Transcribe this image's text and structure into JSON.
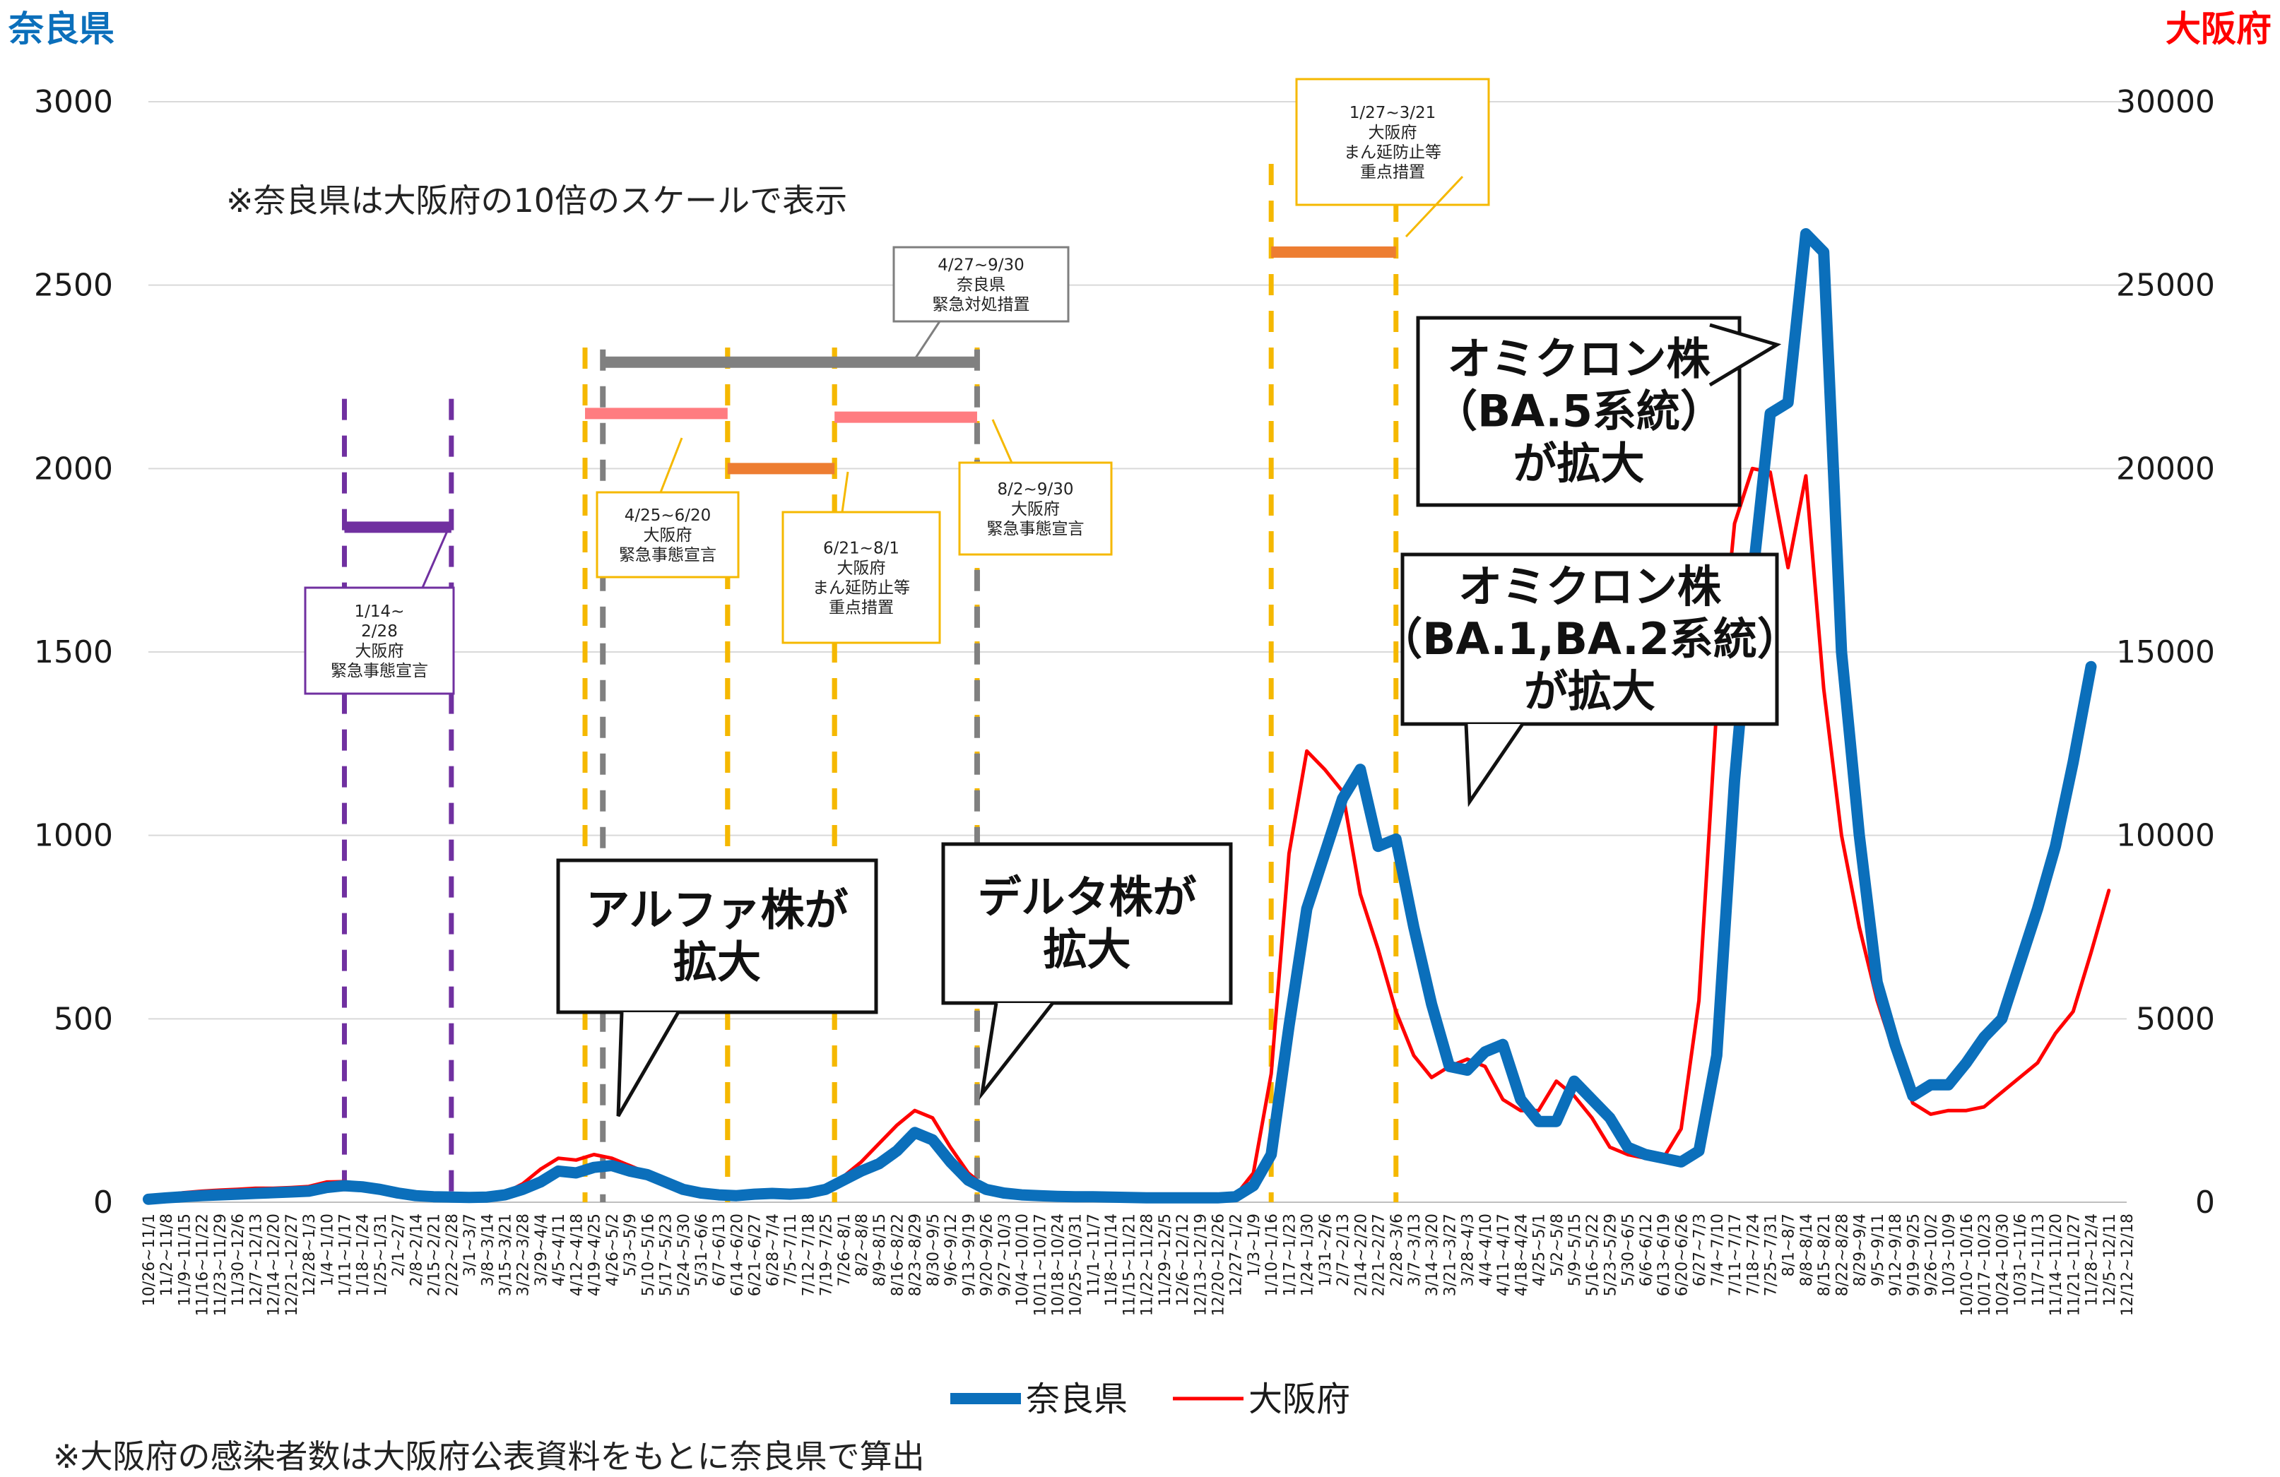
{
  "chart_data": {
    "type": "line",
    "left_axis_title": "奈良県",
    "right_axis_title": "大阪府",
    "y_left": {
      "min": 0,
      "max": 3000,
      "ticks": [
        0,
        500,
        1000,
        1500,
        2000,
        2500,
        3000
      ]
    },
    "y_right": {
      "min": 0,
      "max": 30000,
      "ticks": [
        0,
        5000,
        10000,
        15000,
        20000,
        25000,
        30000
      ]
    },
    "grid": true,
    "legend_position": "bottom",
    "categories": [
      "10/26~11/1",
      "11/2~11/8",
      "11/9~11/15",
      "11/16~11/22",
      "11/23~11/29",
      "11/30~12/6",
      "12/7~12/13",
      "12/14~12/20",
      "12/21~12/27",
      "12/28~1/3",
      "1/4~1/10",
      "1/11~1/17",
      "1/18~1/24",
      "1/25~1/31",
      "2/1~2/7",
      "2/8~2/14",
      "2/15~2/21",
      "2/22~2/28",
      "3/1~3/7",
      "3/8~3/14",
      "3/15~3/21",
      "3/22~3/28",
      "3/29~4/4",
      "4/5~4/11",
      "4/12~4/18",
      "4/19~4/25",
      "4/26~5/2",
      "5/3~5/9",
      "5/10~5/16",
      "5/17~5/23",
      "5/24~5/30",
      "5/31~6/6",
      "6/7~6/13",
      "6/14~6/20",
      "6/21~6/27",
      "6/28~7/4",
      "7/5~7/11",
      "7/12~7/18",
      "7/19~7/25",
      "7/26~8/1",
      "8/2~8/8",
      "8/9~8/15",
      "8/16~8/22",
      "8/23~8/29",
      "8/30~9/5",
      "9/6~9/12",
      "9/13~9/19",
      "9/20~9/26",
      "9/27~10/3",
      "10/4~10/10",
      "10/11~10/17",
      "10/18~10/24",
      "10/25~10/31",
      "11/1~11/7",
      "11/8~11/14",
      "11/15~11/21",
      "11/22~11/28",
      "11/29~12/5",
      "12/6~12/12",
      "12/13~12/19",
      "12/20~12/26",
      "12/27~1/2",
      "1/3~1/9",
      "1/10~1/16",
      "1/17~1/23",
      "1/24~1/30",
      "1/31~2/6",
      "2/7~2/13",
      "2/14~2/20",
      "2/21~2/27",
      "2/28~3/6",
      "3/7~3/13",
      "3/14~3/20",
      "3/21~3/27",
      "3/28~4/3",
      "4/4~4/10",
      "4/11~4/17",
      "4/18~4/24",
      "4/25~5/1",
      "5/2~5/8",
      "5/9~5/15",
      "5/16~5/22",
      "5/23~5/29",
      "5/30~6/5",
      "6/6~6/12",
      "6/13~6/19",
      "6/20~6/26",
      "6/27~7/3",
      "7/4~7/10",
      "7/11~7/17",
      "7/18~7/24",
      "7/25~7/31",
      "8/1~8/7",
      "8/8~8/14",
      "8/15~8/21",
      "8/22~8/28",
      "8/29~9/4",
      "9/5~9/11",
      "9/12~9/18",
      "9/19~9/25",
      "9/26~10/2",
      "10/3~10/9",
      "10/10~10/16",
      "10/17~10/23",
      "10/24~10/30",
      "10/31~11/6",
      "11/7~11/13",
      "11/14~11/20",
      "11/21~11/27",
      "11/28~12/4",
      "12/5~12/11",
      "12/12~12/18"
    ],
    "series": [
      {
        "name": "奈良県",
        "axis": "left",
        "color": "#0b6fbb",
        "values": [
          8,
          12,
          15,
          18,
          20,
          22,
          24,
          26,
          28,
          30,
          40,
          45,
          42,
          35,
          25,
          18,
          15,
          14,
          13,
          14,
          20,
          35,
          55,
          85,
          80,
          95,
          100,
          85,
          75,
          55,
          35,
          25,
          20,
          18,
          22,
          24,
          22,
          25,
          35,
          60,
          85,
          105,
          140,
          190,
          170,
          110,
          60,
          35,
          25,
          20,
          18,
          16,
          15,
          15,
          14,
          13,
          12,
          12,
          12,
          12,
          12,
          15,
          45,
          130,
          480,
          800,
          950,
          1100,
          1180,
          970,
          990,
          750,
          540,
          370,
          360,
          410,
          430,
          280,
          220,
          220,
          330,
          280,
          230,
          150,
          130,
          120,
          110,
          140,
          400,
          1150,
          1700,
          2150,
          2180,
          2640,
          2590,
          1500,
          1000,
          600,
          430,
          290,
          320,
          320,
          380,
          450,
          500,
          650,
          800,
          970,
          1200,
          1460
        ]
      },
      {
        "name": "大阪府",
        "axis": "right",
        "color": "#ff0000",
        "values": [
          120,
          200,
          260,
          300,
          330,
          350,
          380,
          380,
          400,
          430,
          550,
          560,
          500,
          320,
          250,
          180,
          150,
          140,
          140,
          150,
          250,
          500,
          900,
          1200,
          1150,
          1300,
          1200,
          1000,
          800,
          500,
          300,
          220,
          180,
          160,
          190,
          220,
          230,
          250,
          380,
          700,
          1100,
          1600,
          2100,
          2500,
          2300,
          1500,
          800,
          400,
          250,
          180,
          150,
          130,
          120,
          110,
          100,
          95,
          95,
          95,
          95,
          100,
          120,
          180,
          800,
          3500,
          9500,
          12300,
          11800,
          11200,
          8400,
          6900,
          5200,
          4000,
          3400,
          3700,
          3900,
          3700,
          2800,
          2500,
          2500,
          3300,
          2900,
          2300,
          1500,
          1300,
          1200,
          1200,
          2000,
          5500,
          13500,
          18500,
          20000,
          19900,
          17300,
          19800,
          14000,
          10000,
          7500,
          5500,
          4000,
          2700,
          2400,
          2500,
          2500,
          2600,
          3000,
          3400,
          3800,
          4600,
          5200,
          6800,
          8500
        ]
      }
    ],
    "periods": [
      {
        "label_lines": [
          "1/14~",
          "2/28",
          "大阪府",
          "緊急事態宣言"
        ],
        "start": 11,
        "end": 17,
        "bar_value": 1840,
        "color": "#7030a0",
        "line_color": "#7030a0"
      },
      {
        "label_lines": [
          "4/25~6/20",
          "大阪府",
          "緊急事態宣言"
        ],
        "start": 24.5,
        "end": 32.5,
        "bar_value": 2150,
        "color": "#ff7c80",
        "line_color": "#f5b800"
      },
      {
        "label_lines": [
          "6/21~8/1",
          "大阪府",
          "まん延防止等",
          "重点措置"
        ],
        "start": 32.5,
        "end": 38.5,
        "bar_value": 2000,
        "color": "#ed7d31",
        "line_color": "#f5b800"
      },
      {
        "label_lines": [
          "8/2~9/30",
          "大阪府",
          "緊急事態宣言"
        ],
        "start": 38.5,
        "end": 46.5,
        "bar_value": 2140,
        "color": "#ff7c80",
        "line_color": "#f5b800"
      },
      {
        "label_lines": [
          "4/27~9/30",
          "奈良県",
          "緊急対処措置"
        ],
        "start": 25.5,
        "end": 46.5,
        "bar_value": 2290,
        "color": "#808080",
        "line_color": "#808080"
      },
      {
        "label_lines": [
          "1/27~3/21",
          "大阪府",
          "まん延防止等",
          "重点措置"
        ],
        "start": 63,
        "end": 70,
        "bar_value": 2590,
        "color": "#ed7d31",
        "line_color": "#f5b800"
      }
    ],
    "callouts": [
      {
        "lines": [
          "アルファ株が",
          "拡大"
        ]
      },
      {
        "lines": [
          "デルタ株が",
          "拡大"
        ]
      },
      {
        "lines": [
          "オミクロン株",
          "（BA.5系統）",
          "が拡大"
        ]
      },
      {
        "lines": [
          "オミクロン株",
          "（BA.1,BA.2系統）",
          "が拡大"
        ]
      }
    ],
    "notes": {
      "scale_note": "※奈良県は大阪府の10倍のスケールで表示",
      "source_note": "※大阪府の感染者数は大阪府公表資料をもとに奈良県で算出"
    }
  }
}
